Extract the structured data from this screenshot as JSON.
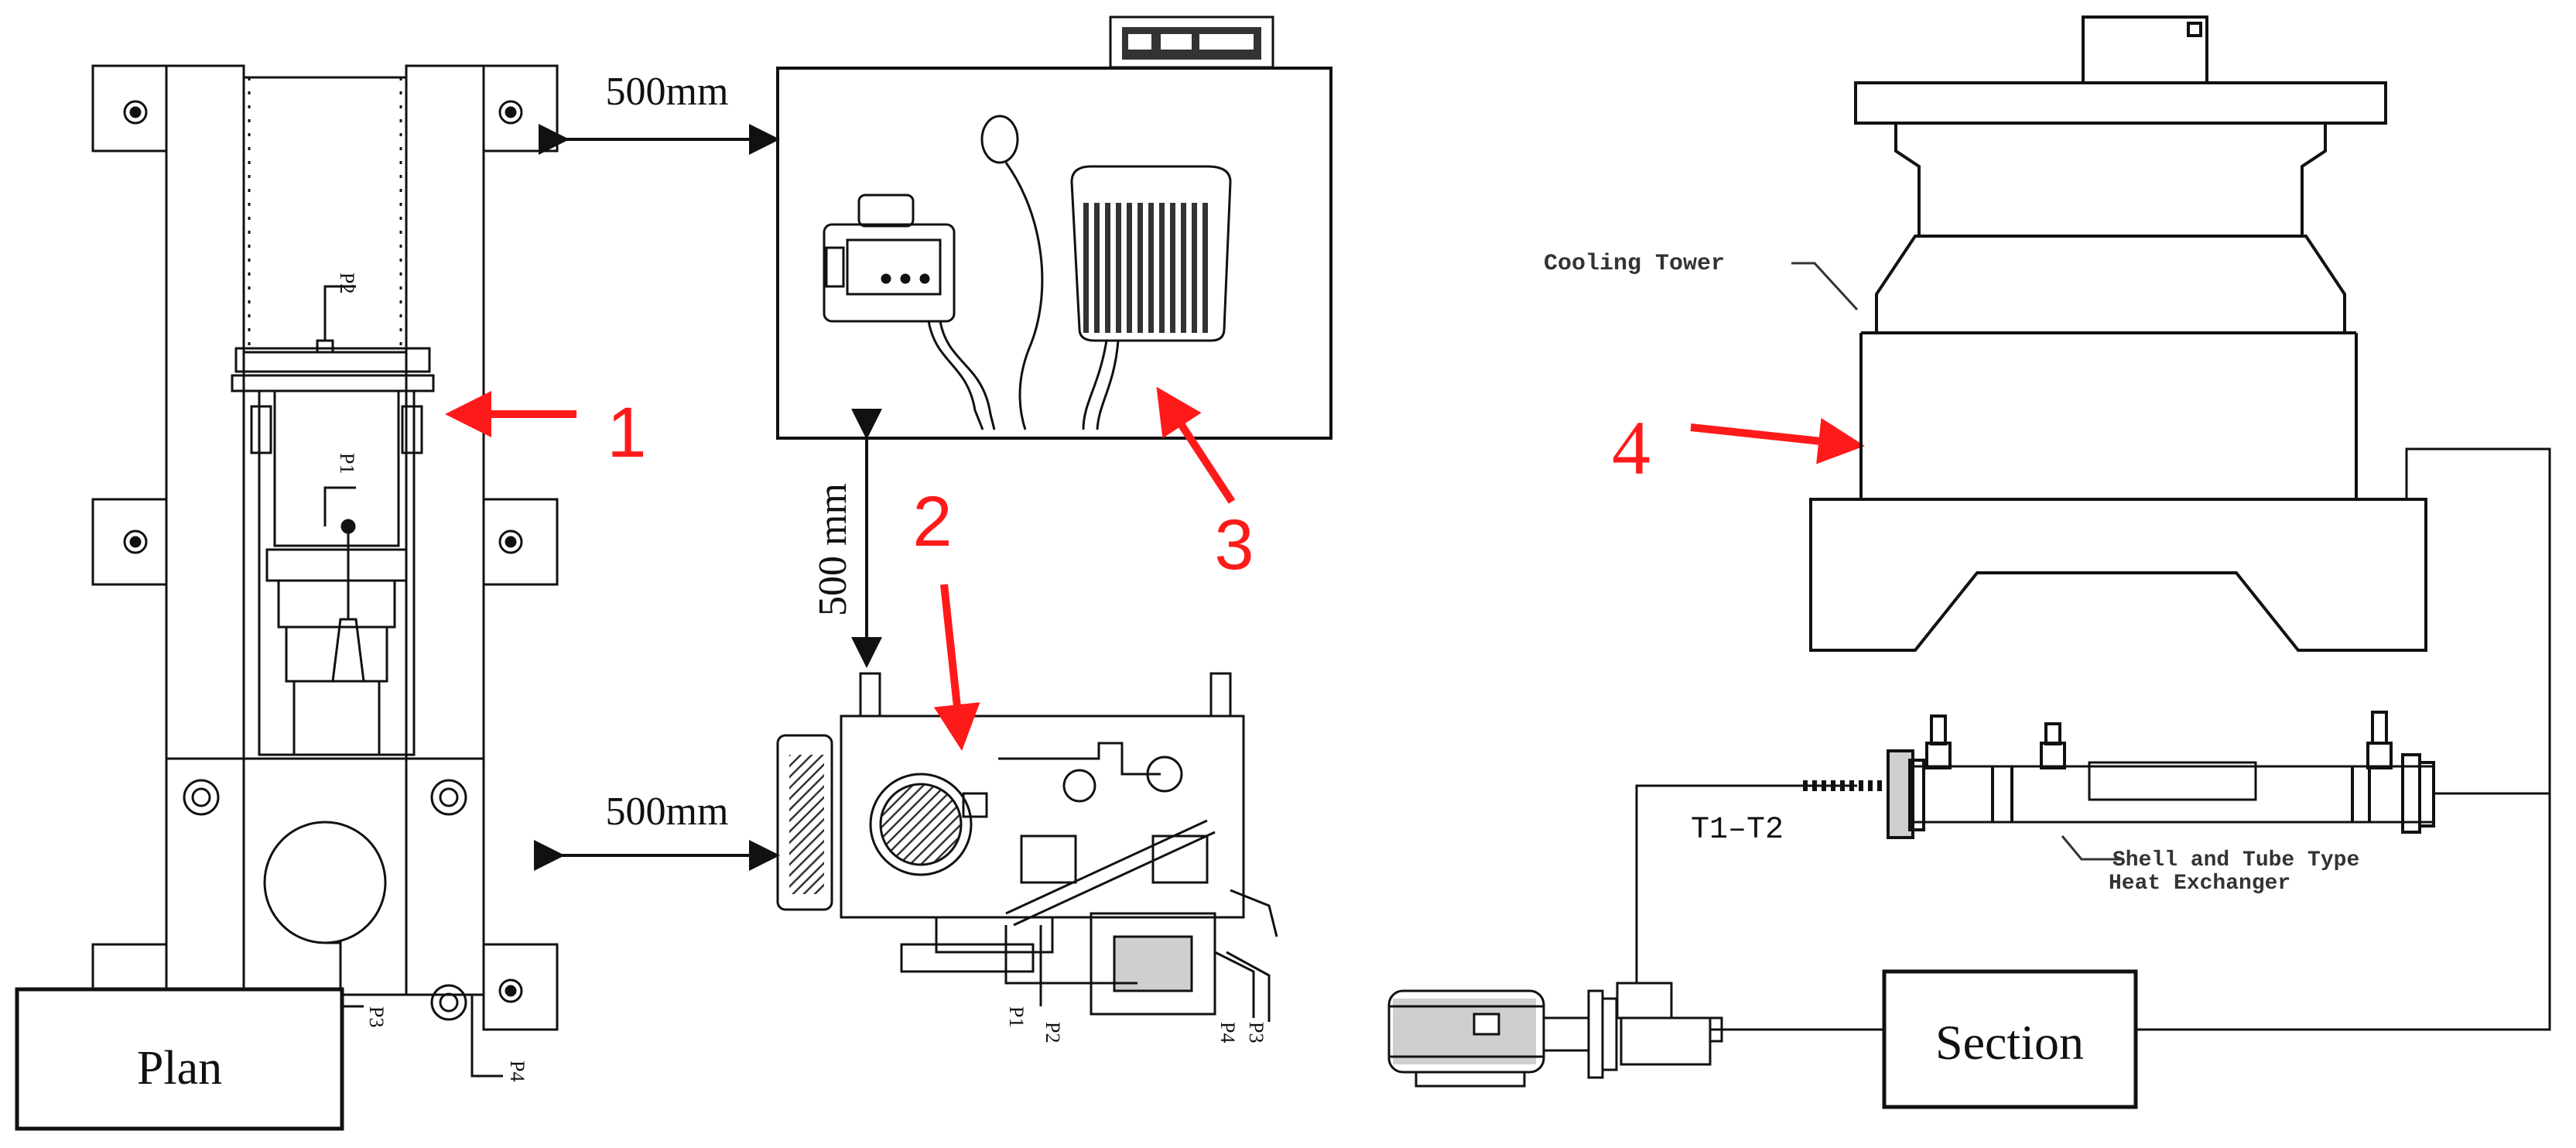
{
  "colors": {
    "line": "#111111",
    "light": "#555555",
    "fill_gray": "#cfcfcf",
    "fill_dark": "#333333",
    "accent_red": "#ff1a1a",
    "background": "#ffffff"
  },
  "plan_view": {
    "label": "Plan",
    "port_labels": [
      "P1",
      "P2",
      "P3",
      "P4"
    ]
  },
  "dimensions": {
    "top_horizontal": "500mm",
    "vertical": "500 mm",
    "bottom_horizontal": "500mm"
  },
  "unit_ports": [
    "P1",
    "P2",
    "P3",
    "P4"
  ],
  "callouts": [
    "1",
    "2",
    "3",
    "4"
  ],
  "section_view": {
    "label": "Section",
    "cooling_tower_label": "Cooling Tower",
    "sensor_label": "T1–T2",
    "heat_exchanger_label_line1": "Shell and Tube Type",
    "heat_exchanger_label_line2": "Heat Exchanger"
  },
  "icons": [
    "arrow-icon",
    "motor-icon",
    "pump-icon",
    "fan-icon"
  ]
}
